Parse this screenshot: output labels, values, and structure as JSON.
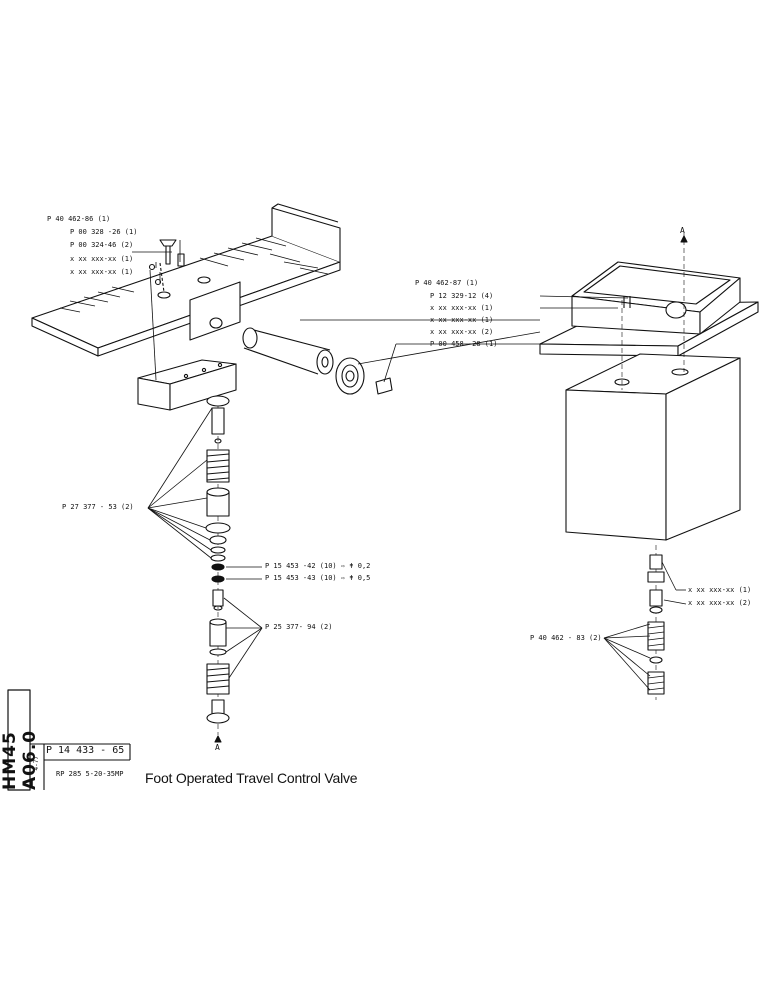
{
  "title_block": {
    "side_code": "HM45 A06.0",
    "date": "4-77",
    "part_number": "P 14 433 - 65",
    "model": "RP 285 5-20-35MP",
    "title": "Foot Operated Travel Control Valve"
  },
  "labels": {
    "pedal_plate": "P 40 462-86 (1)",
    "screw_28": "P 00 328 -26 (1)",
    "screw_46": "P 00 324-46 (2)",
    "ph_a": "x xx xxx-xx (1)",
    "ph_b": "x xx xxx-xx (1)",
    "valve_cap": "P 40 462-87 (1)",
    "screw_12": "P 12 329-12 (4)",
    "ph_c": "x xx xxx-xx (1)",
    "ph_d": "x xx xxx-xx (1)",
    "ph_e": "x xx xxx-xx (2)",
    "pin": "P 00 458 -28 (1)",
    "spring_set_upper": "P 27 377 - 53 (2)",
    "shim_02": "P 15 453 -42 (10)",
    "shim_02_thk": "0,2",
    "shim_05": "P 15 453 -43 (10)",
    "shim_05_thk": "0,5",
    "spring_set_lower": "P 25 377- 94 (2)",
    "ph_f": "x xx xxx-xx (1)",
    "ph_g": "x xx xxx-xx (2)",
    "spring_set_right": "P 40 462 - 83 (2)",
    "section_mark_top": "A",
    "section_mark_bottom": "A"
  }
}
